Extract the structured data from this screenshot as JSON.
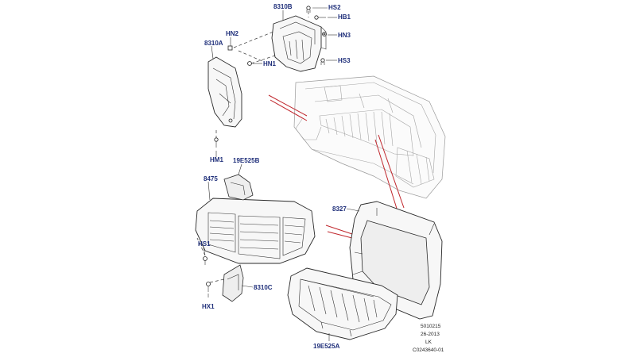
{
  "labels": {
    "l8310B": "8310B",
    "lHS2": "HS2",
    "lHB1": "HB1",
    "lHN2": "HN2",
    "lHN3": "HN3",
    "l8310A": "8310A",
    "lHN1": "HN1",
    "lHS3": "HS3",
    "lHM1": "HM1",
    "l19E525B": "19E525B",
    "l8475": "8475",
    "l8327": "8327",
    "lHS1": "HS1",
    "l8310C": "8310C",
    "lHX1": "HX1",
    "l19E525A": "19E525A"
  },
  "meta": {
    "code": "5010215",
    "date": "26-2013",
    "region": "LK",
    "illustration_id": "C0243640-01"
  }
}
